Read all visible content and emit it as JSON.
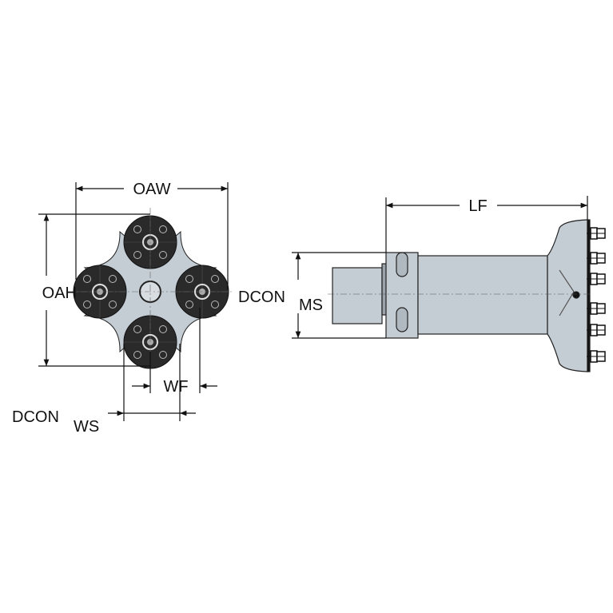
{
  "labels": {
    "oaw": "OAW",
    "oah": "OAH",
    "wf": "WF",
    "dcon_ws_main": "DCON",
    "dcon_ws_sub": "WS",
    "lf": "LF",
    "dcon_ms_main": "DCON",
    "dcon_ms_sub": "MS"
  },
  "colors": {
    "body": "#c4ccd4",
    "disc": "#2a2a2a",
    "line": "#111111"
  }
}
